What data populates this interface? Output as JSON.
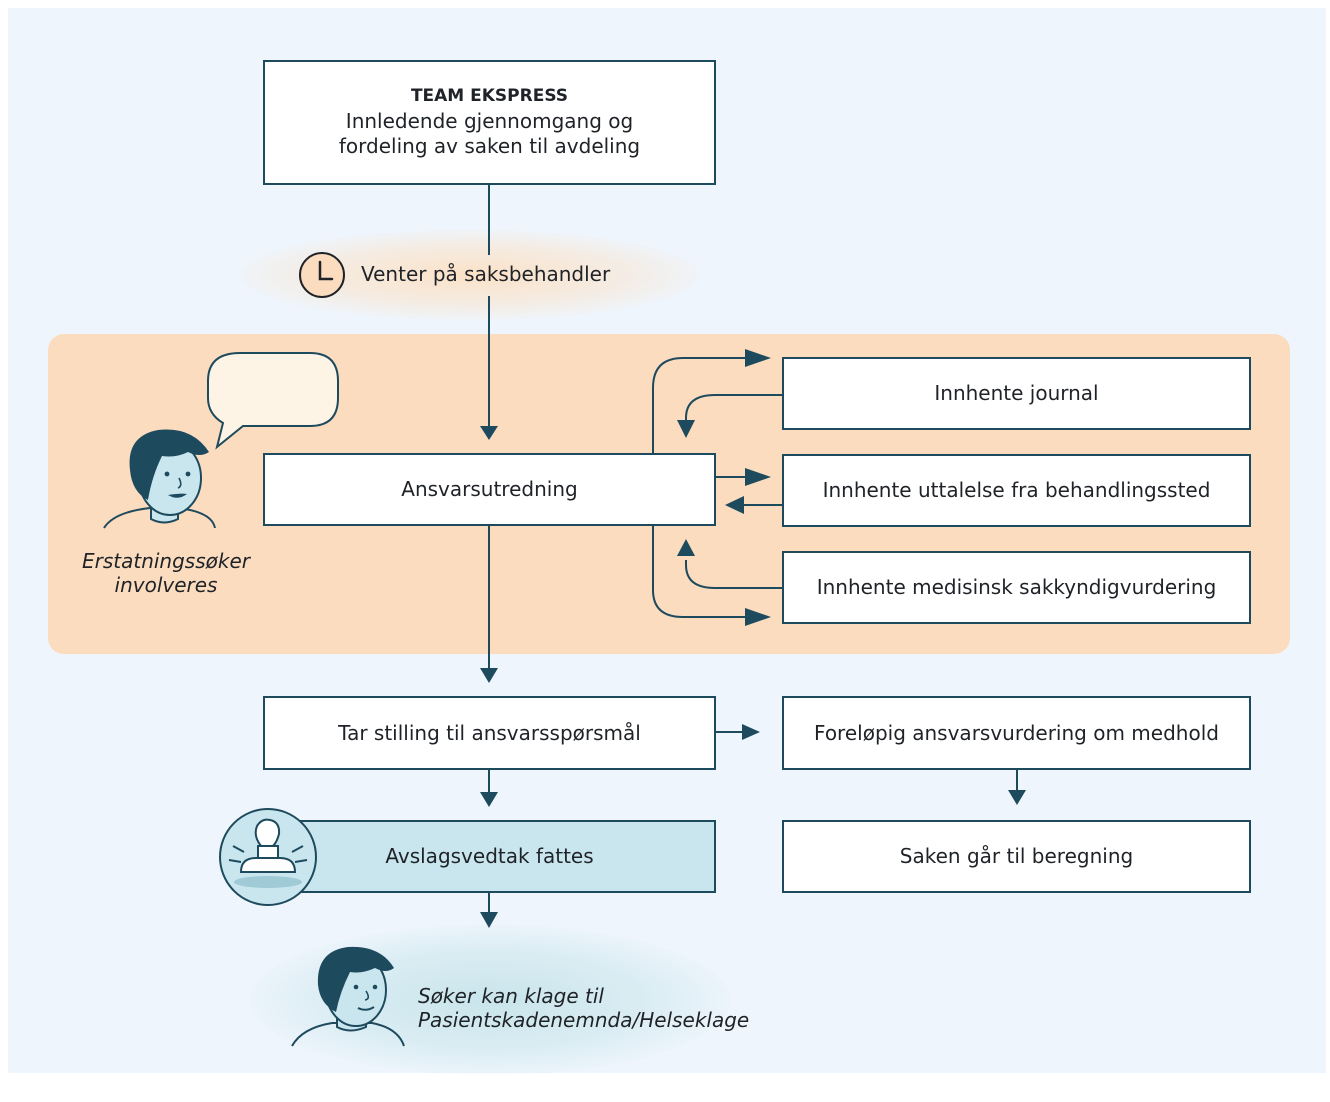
{
  "team": {
    "title": "TEAM EKSPRESS",
    "line1": "Innledende gjennomgang og",
    "line2": "fordeling av saken til avdeling"
  },
  "wait": {
    "text": "Venter på saksbehandler",
    "icon": "clock-icon"
  },
  "zone": {
    "applicant_line1": "Erstatningssøker",
    "applicant_line2": "involveres",
    "accent": "#fbdcbf"
  },
  "steps": {
    "assessment": "Ansvarsutredning",
    "journal": "Innhente journal",
    "statement": "Innhente uttalelse fra behandlingssted",
    "medical": "Innhente medisinsk sakkyndigvurdering",
    "decide": "Tar stilling til ansvarsspørsmål",
    "preliminary": "Foreløpig ansvarsvurdering om medhold",
    "rejection": "Avslagsvedtak fattes",
    "calculation": "Saken går til beregning"
  },
  "appeal": {
    "line1": "Søker kan klage til",
    "line2": "Pasientskadenemnda/Helseklage"
  },
  "colors": {
    "line": "#1e4a5e",
    "box_border": "#1e4a5e",
    "rejection_fill": "#c9e6ee",
    "background": "#eef5fc"
  }
}
